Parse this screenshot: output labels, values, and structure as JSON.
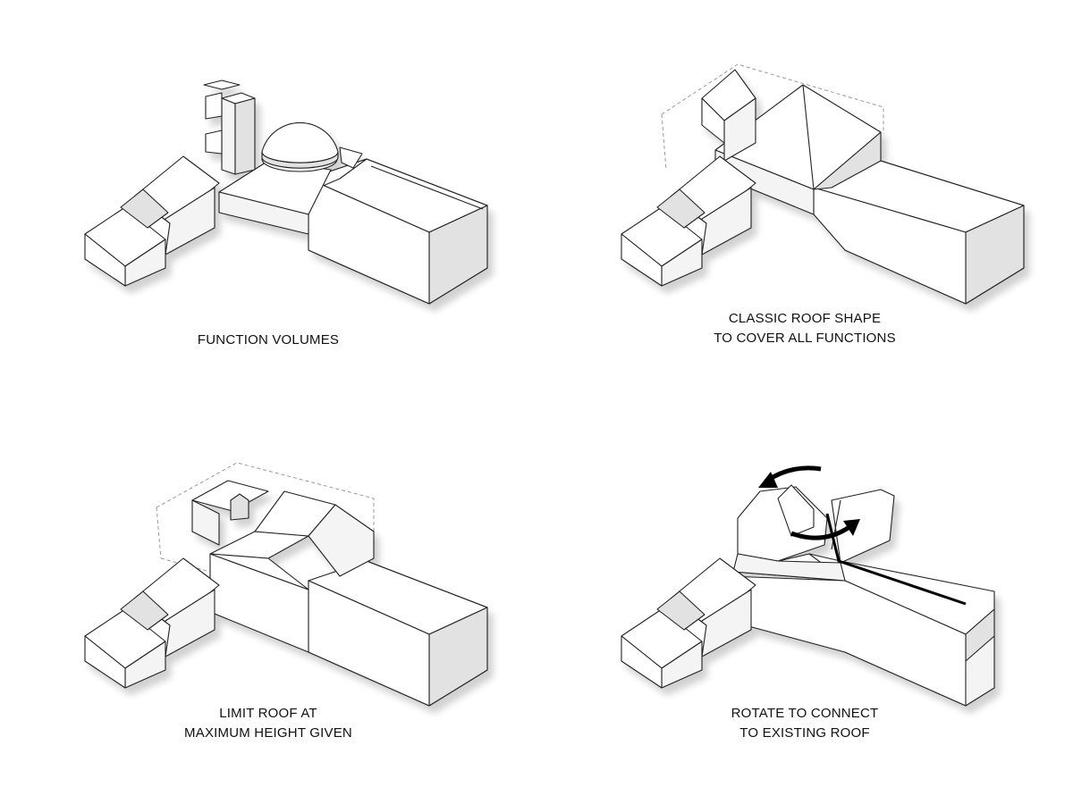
{
  "diagram": {
    "panels": [
      {
        "id": "function-volumes",
        "caption": [
          "FUNCTION VOLUMES"
        ]
      },
      {
        "id": "classic-roof",
        "caption": [
          "CLASSIC ROOF SHAPE",
          "TO COVER ALL FUNCTIONS"
        ]
      },
      {
        "id": "limit-roof",
        "caption": [
          "LIMIT ROOF AT",
          "MAXIMUM HEIGHT GIVEN"
        ]
      },
      {
        "id": "rotate-connect",
        "caption": [
          "ROTATE TO CONNECT",
          "TO EXISTING ROOF"
        ]
      }
    ]
  }
}
